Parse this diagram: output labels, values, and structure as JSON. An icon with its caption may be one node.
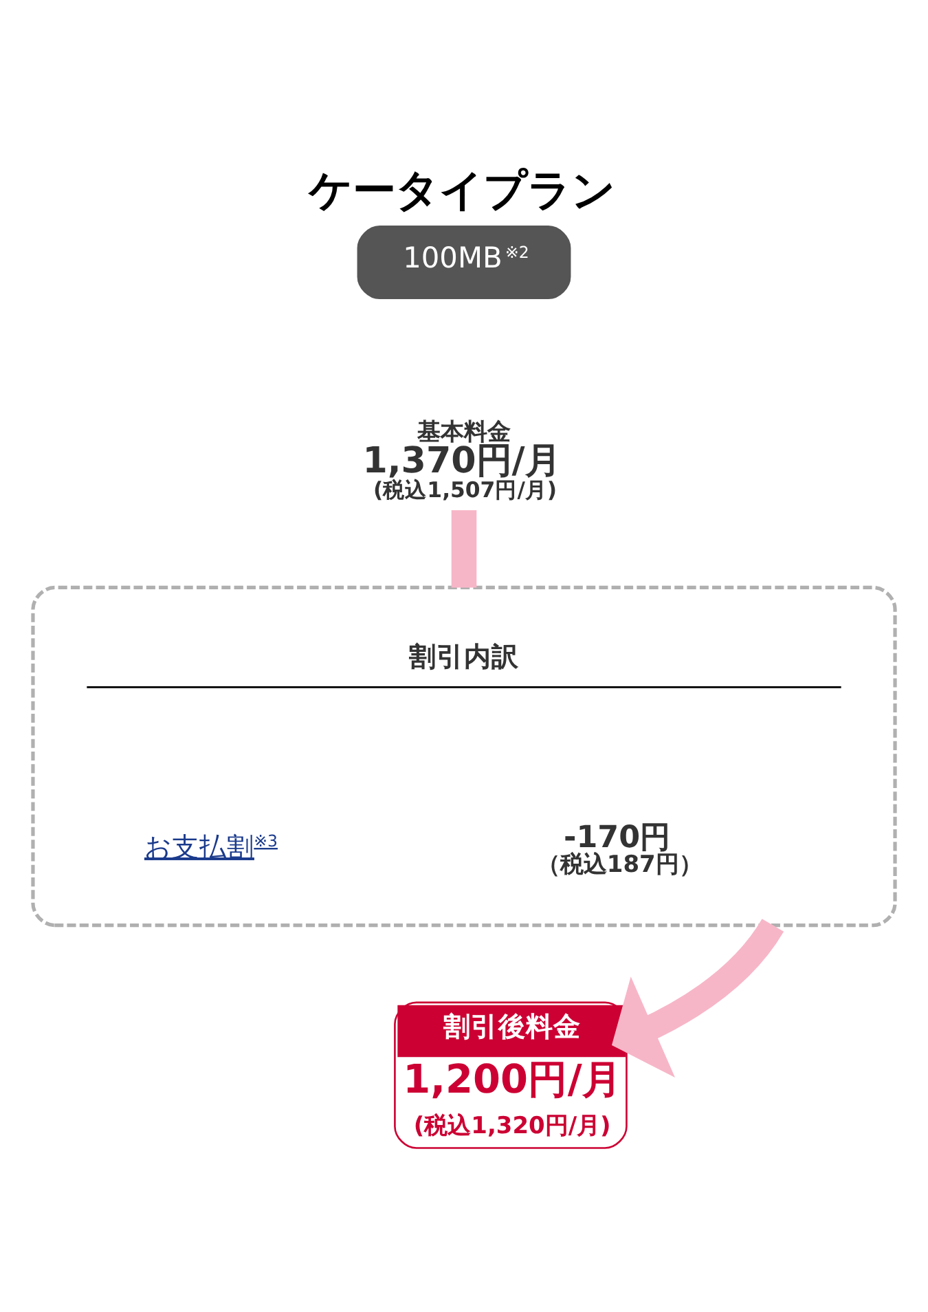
{
  "diagram": {
    "title": "ケータイプラン",
    "nodes": [
      {
        "text": [
          "100MB$^{※2}$"
        ]
      },
      {
        "text": [
          "基本料金",
          "1,370円/月",
          "(税込1,507円/月)"
        ]
      },
      {
        "text": [
          "割引内訳"
        ]
      },
      {
        "text": [
          "お支払割$^{※3}$"
        ],
        "in": 2
      },
      {
        "text": [
          "-170円",
          "（税込187円）"
        ],
        "in": 2
      },
      {
        "text": [
          "割引後料金",
          "1,200円/月",
          "(税込1,320円/月)"
        ]
      }
    ],
    "edges": [
      {
        "from": 1,
        "to": 2,
        "arrow": "none"
      },
      {
        "from": 2,
        "to": 5,
        "arrow": "to"
      }
    ]
  }
}
